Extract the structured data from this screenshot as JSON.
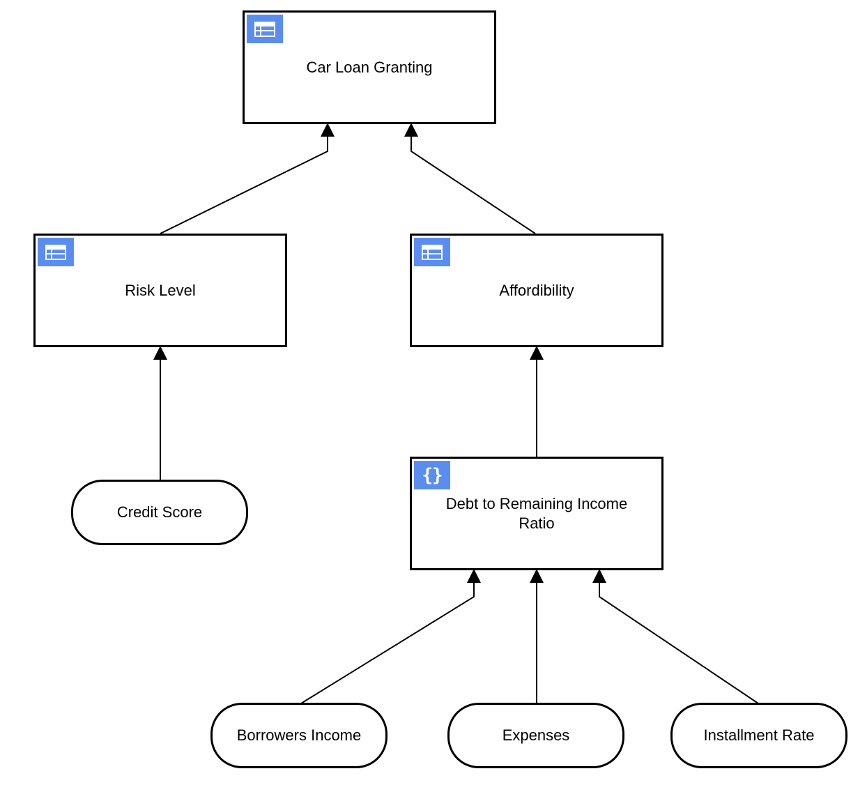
{
  "diagram": {
    "nodes": {
      "car_loan_granting": {
        "label": "Car Loan Granting",
        "kind": "decision",
        "icon": "decision-table-icon"
      },
      "risk_level": {
        "label": "Risk Level",
        "kind": "decision",
        "icon": "decision-table-icon"
      },
      "affordibility": {
        "label": "Affordibility",
        "kind": "decision",
        "icon": "decision-table-icon"
      },
      "debt_ratio": {
        "label": "Debt to Remaining Income Ratio",
        "kind": "decision",
        "icon": "literal-expression-icon",
        "icon_text": "{}"
      },
      "credit_score": {
        "label": "Credit Score",
        "kind": "input"
      },
      "borrowers_income": {
        "label": "Borrowers Income",
        "kind": "input"
      },
      "expenses": {
        "label": "Expenses",
        "kind": "input"
      },
      "installment_rate": {
        "label": "Installment Rate",
        "kind": "input"
      }
    },
    "edges": [
      {
        "from": "risk_level",
        "to": "car_loan_granting"
      },
      {
        "from": "affordibility",
        "to": "car_loan_granting"
      },
      {
        "from": "credit_score",
        "to": "risk_level"
      },
      {
        "from": "debt_ratio",
        "to": "affordibility"
      },
      {
        "from": "borrowers_income",
        "to": "debt_ratio"
      },
      {
        "from": "expenses",
        "to": "debt_ratio"
      },
      {
        "from": "installment_rate",
        "to": "debt_ratio"
      }
    ],
    "colors": {
      "icon_bg": "#5b8def",
      "stroke": "#000000",
      "background": "#ffffff"
    }
  }
}
